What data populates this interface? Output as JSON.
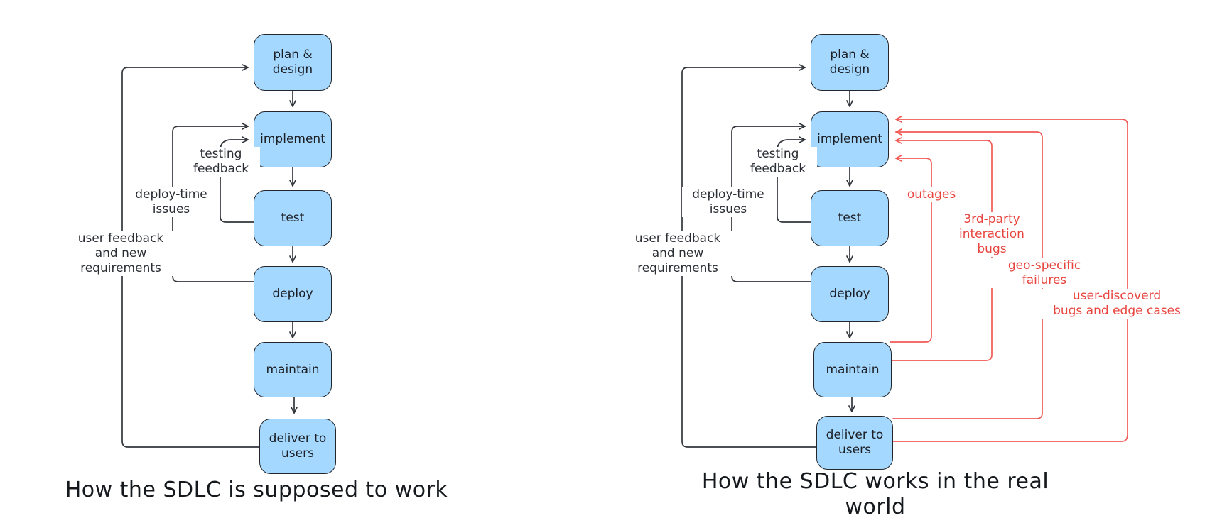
{
  "colors": {
    "background": "#ffffff",
    "node_fill": "#a5d8ff",
    "node_stroke": "#23262c",
    "black_line": "#32363c",
    "red_line": "#ef5a55",
    "red_text": "#e8453f",
    "text": "#1b1e24"
  },
  "left_diagram": {
    "caption": "How the SDLC is supposed to work",
    "nodes": {
      "plan_design": "plan &\ndesign",
      "implement": "implement",
      "test": "test",
      "deploy": "deploy",
      "maintain": "maintain",
      "deliver": "deliver to\nusers"
    },
    "labels": {
      "testing_feedback": "testing\nfeedback",
      "deploy_time_issues": "deploy-time\nissues",
      "user_feedback": "user feedback\nand new\nrequirements"
    }
  },
  "right_diagram": {
    "caption": "How the SDLC works in the real world",
    "nodes": {
      "plan_design": "plan &\ndesign",
      "implement": "implement",
      "test": "test",
      "deploy": "deploy",
      "maintain": "maintain",
      "deliver": "deliver to\nusers"
    },
    "labels": {
      "testing_feedback": "testing\nfeedback",
      "deploy_time_issues": "deploy-time\nissues",
      "user_feedback": "user feedback\nand new\nrequirements"
    },
    "failure_labels": {
      "outages": "outages",
      "third_party": "3rd-party\ninteraction\nbugs",
      "geo_specific": "geo-specific\nfailures",
      "user_discovered": "user-discoverd\nbugs and edge cases"
    }
  }
}
